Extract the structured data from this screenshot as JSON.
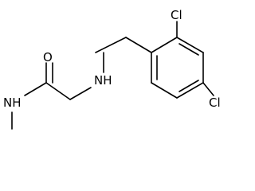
{
  "structure": {
    "atoms": {
      "oxygen": "O",
      "amide_nh": "NH",
      "amine_nh": "NH",
      "chlorine_ortho": "Cl",
      "chlorine_para": "Cl"
    }
  },
  "colors": {
    "bond": "#000000",
    "label": "#000000",
    "background": "#ffffff"
  }
}
